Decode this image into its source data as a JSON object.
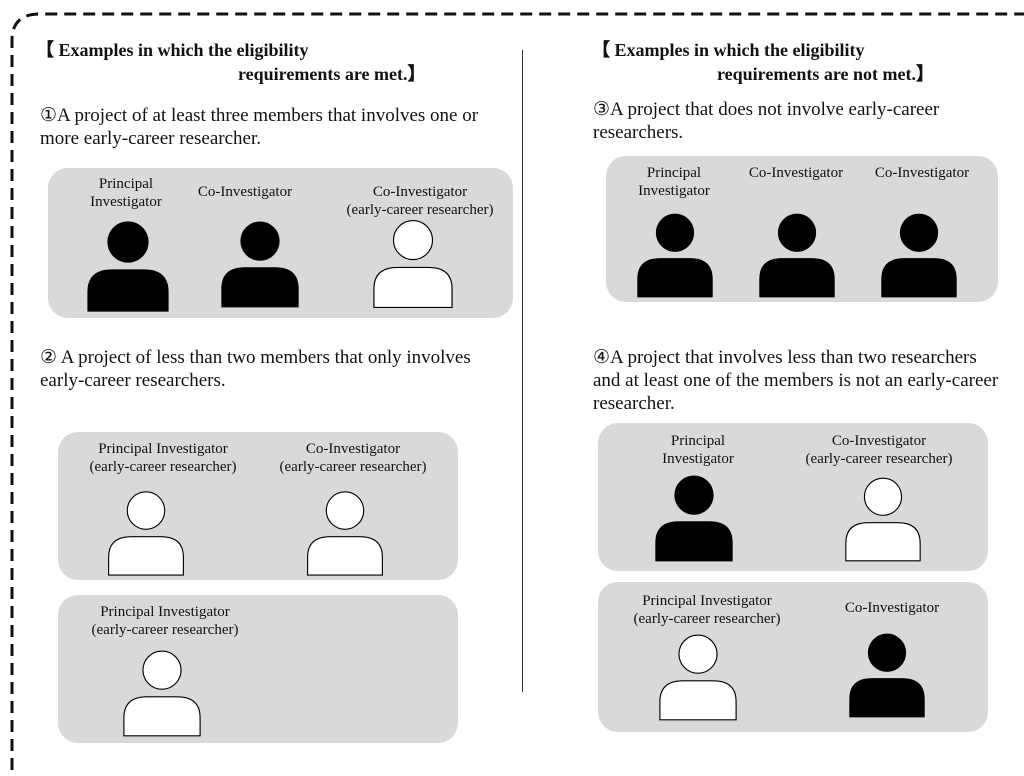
{
  "met": {
    "heading_line1": "【 Examples in which the eligibility",
    "heading_line2": "requirements are met.】",
    "example1": {
      "desc": "①A project of at least three members that involves one or more early-career researcher.",
      "roles": [
        {
          "lines": [
            "Principal",
            "Investigator"
          ],
          "filled": true
        },
        {
          "lines": [
            "Co-Investigator"
          ],
          "filled": true
        },
        {
          "lines": [
            "Co-Investigator",
            "(early-career researcher)"
          ],
          "filled": false
        }
      ]
    },
    "example2": {
      "desc": "② A project of less than two members that only involves early-career researchers.",
      "groupA": [
        {
          "lines": [
            "Principal Investigator",
            "(early-career researcher)"
          ],
          "filled": false
        },
        {
          "lines": [
            "Co-Investigator",
            "(early-career researcher)"
          ],
          "filled": false
        }
      ],
      "groupB": [
        {
          "lines": [
            "Principal Investigator",
            "(early-career researcher)"
          ],
          "filled": false
        }
      ]
    }
  },
  "not_met": {
    "heading_line1": "【 Examples in which the eligibility",
    "heading_line2": "requirements are not  met.】",
    "example3": {
      "desc": "③A project that does not involve early-career researchers.",
      "roles": [
        {
          "lines": [
            "Principal",
            "Investigator"
          ],
          "filled": true
        },
        {
          "lines": [
            "Co-Investigator"
          ],
          "filled": true
        },
        {
          "lines": [
            "Co-Investigator"
          ],
          "filled": true
        }
      ]
    },
    "example4": {
      "desc": "④A project that involves less than two researchers and at least one of the members is not an early-career researcher.",
      "groupA": [
        {
          "lines": [
            "Principal",
            "Investigator"
          ],
          "filled": true
        },
        {
          "lines": [
            "Co-Investigator",
            "(early-career researcher)"
          ],
          "filled": false
        }
      ],
      "groupB": [
        {
          "lines": [
            "Principal Investigator",
            "(early-career researcher)"
          ],
          "filled": false
        },
        {
          "lines": [
            "Co-Investigator"
          ],
          "filled": true
        }
      ]
    }
  },
  "colors": {
    "panel": "#d9d9d9",
    "filled_person": "#000000",
    "outline_person": "#ffffff"
  }
}
